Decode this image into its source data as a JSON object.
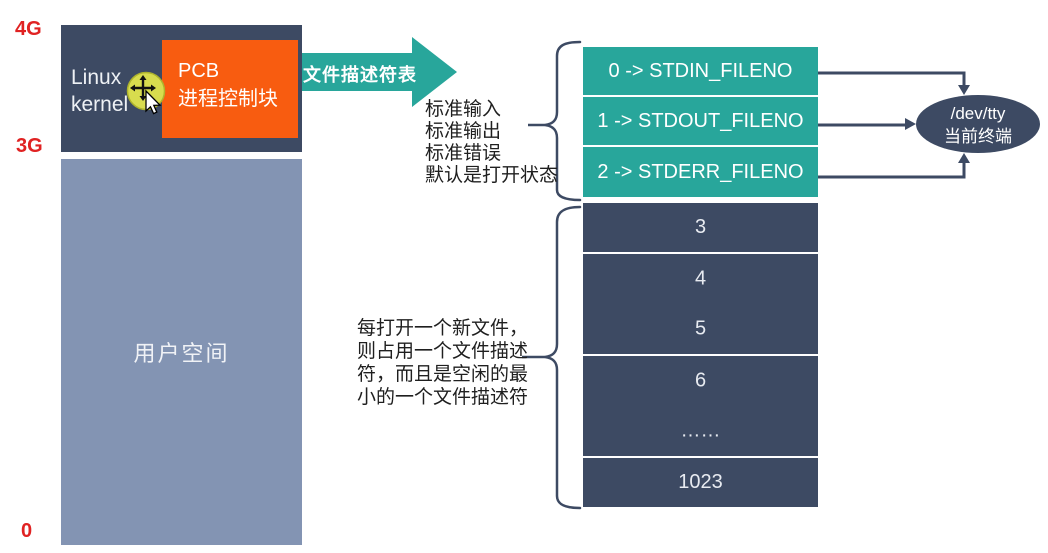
{
  "palette": {
    "red_label": "#e02222",
    "navy": "#3d4a63",
    "user_space_fill": "#8394b3",
    "orange": "#f85c10",
    "teal": "#28a69b",
    "white_text": "#ffffff",
    "black_text": "#1f1f1f"
  },
  "memory": {
    "label_4g": "4G",
    "label_3g": "3G",
    "label_0": "0",
    "kernel_label": "Linux\nkernel",
    "pcb_title": "PCB",
    "pcb_subtitle": "进程控制块",
    "user_space_label": "用户空间"
  },
  "icons": {
    "cursor": "move-cursor-icon"
  },
  "flow_arrow": {
    "label": "文件描述符表"
  },
  "std_note": {
    "lines": [
      "标准输入",
      "标准输出",
      "标准错误",
      "默认是打开状态"
    ]
  },
  "open_note": {
    "lines": [
      "每打开一个新文件，",
      "则占用一个文件描述",
      "符，而且是空闲的最",
      "小的一个文件描述符"
    ]
  },
  "fd_table": {
    "std_entries": [
      "0 -> STDIN_FILENO",
      "1 -> STDOUT_FILENO",
      "2 -> STDERR_FILENO"
    ],
    "free_entries": [
      "3",
      "4",
      "5",
      "6",
      "……",
      "1023"
    ]
  },
  "terminal": {
    "name": "/dev/tty",
    "desc": "当前终端"
  }
}
